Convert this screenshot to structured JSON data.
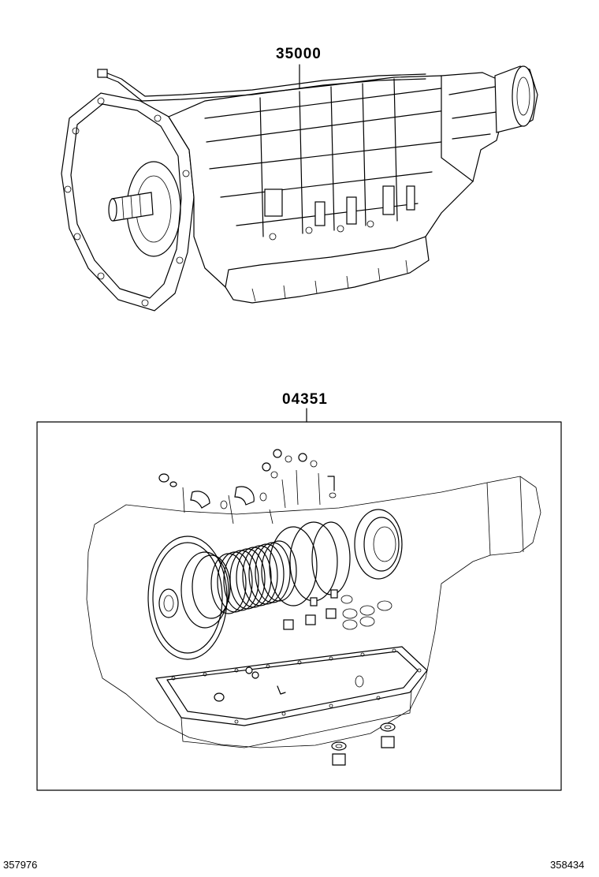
{
  "callouts": {
    "transmission_assembly": "35000",
    "overhaul_gasket_kit": "04351"
  },
  "footer": {
    "left_code": "357976",
    "right_code": "358434"
  }
}
